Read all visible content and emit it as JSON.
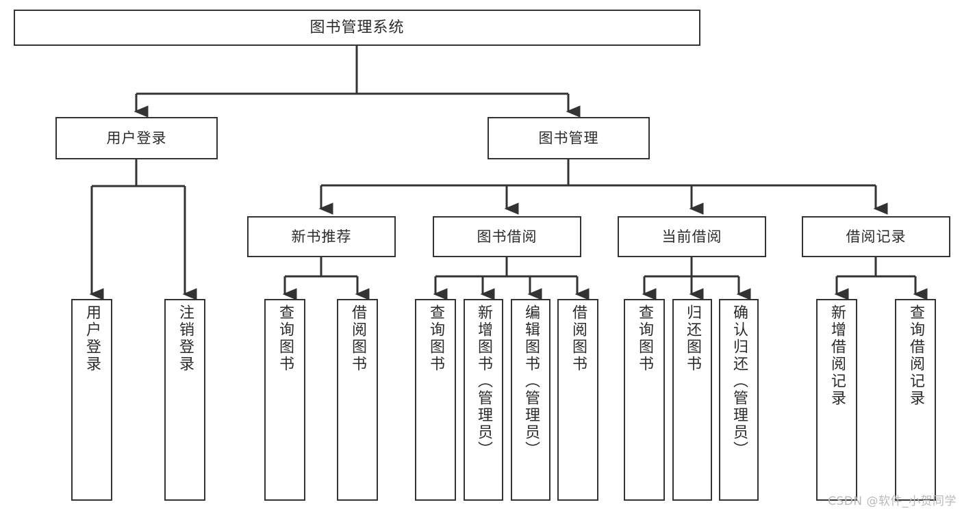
{
  "diagram": {
    "title": "图书管理系统",
    "type": "tree-hierarchy-chart",
    "line_color": "#333333",
    "box_fill": "#ffffff",
    "text_color": "#2b2b2b",
    "watermark": "CSDN @软件_小贺同学",
    "nodes": {
      "root": {
        "label": "图书管理系统"
      },
      "level2": [
        {
          "label": "用户登录"
        },
        {
          "label": "图书管理"
        }
      ],
      "level3": [
        {
          "label": "新书推荐"
        },
        {
          "label": "图书借阅"
        },
        {
          "label": "当前借阅"
        },
        {
          "label": "借阅记录"
        }
      ],
      "leaves": {
        "user_login": [
          {
            "label": "用户登录"
          },
          {
            "label": "注销登录"
          }
        ],
        "new_book_recommend": [
          {
            "label": "查询图书"
          },
          {
            "label": "借阅图书"
          }
        ],
        "book_borrow": [
          {
            "label": "查询图书"
          },
          {
            "label": "新增图书（管理员）"
          },
          {
            "label": "编辑图书（管理员）"
          },
          {
            "label": "借阅图书"
          }
        ],
        "current_borrow": [
          {
            "label": "查询图书"
          },
          {
            "label": "归还图书"
          },
          {
            "label": "确认归还（管理员）"
          }
        ],
        "borrow_record": [
          {
            "label": "新增借阅记录"
          },
          {
            "label": "查询借阅记录"
          }
        ]
      }
    }
  }
}
